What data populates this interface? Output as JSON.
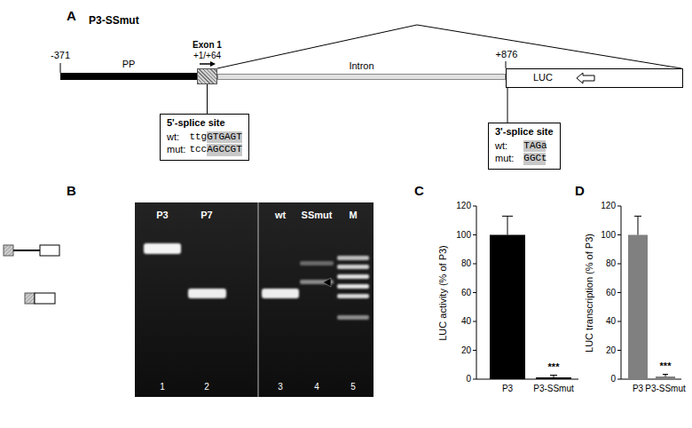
{
  "diagram": {
    "nodes": [
      {
        "text": [
          "PP"
        ]
      },
      {
        "text": [
          "Exon 1",
          "+1/+64"
        ]
      },
      {
        "text": [
          "Intron"
        ]
      },
      {
        "text": [
          "LUC"
        ]
      },
      {
        "text": [
          "5'-splice site",
          "wt:",
          "ttgGTGAGT",
          "mut:",
          "tccAGCCGT"
        ]
      },
      {
        "text": [
          "3'-splice site",
          "wt:",
          "TAGa",
          "mut:",
          "GGCt"
        ]
      }
    ],
    "edges": [
      {
        "from": 1,
        "to": 3,
        "arrow": "none"
      },
      {
        "from": 1,
        "to": 4,
        "arrow": "none"
      },
      {
        "from": 3,
        "to": 5,
        "arrow": "none"
      }
    ],
    "labels": [
      "A",
      "P3-SSmut",
      "-371",
      "+876",
      "B",
      "P3",
      "P7",
      "wt",
      "SSmut",
      "M",
      "1",
      "2",
      "3",
      "4",
      "5",
      "C",
      "LUC activity (% of P3)",
      "0",
      "20",
      "40",
      "60",
      "80",
      "100",
      "120",
      "P3",
      "P3-SSmut",
      "***",
      "D",
      "LUC transcription (% of P3)",
      "0",
      "20",
      "40",
      "60",
      "80",
      "100",
      "120",
      "P3",
      "P3-SSmut",
      "***"
    ]
  }
}
